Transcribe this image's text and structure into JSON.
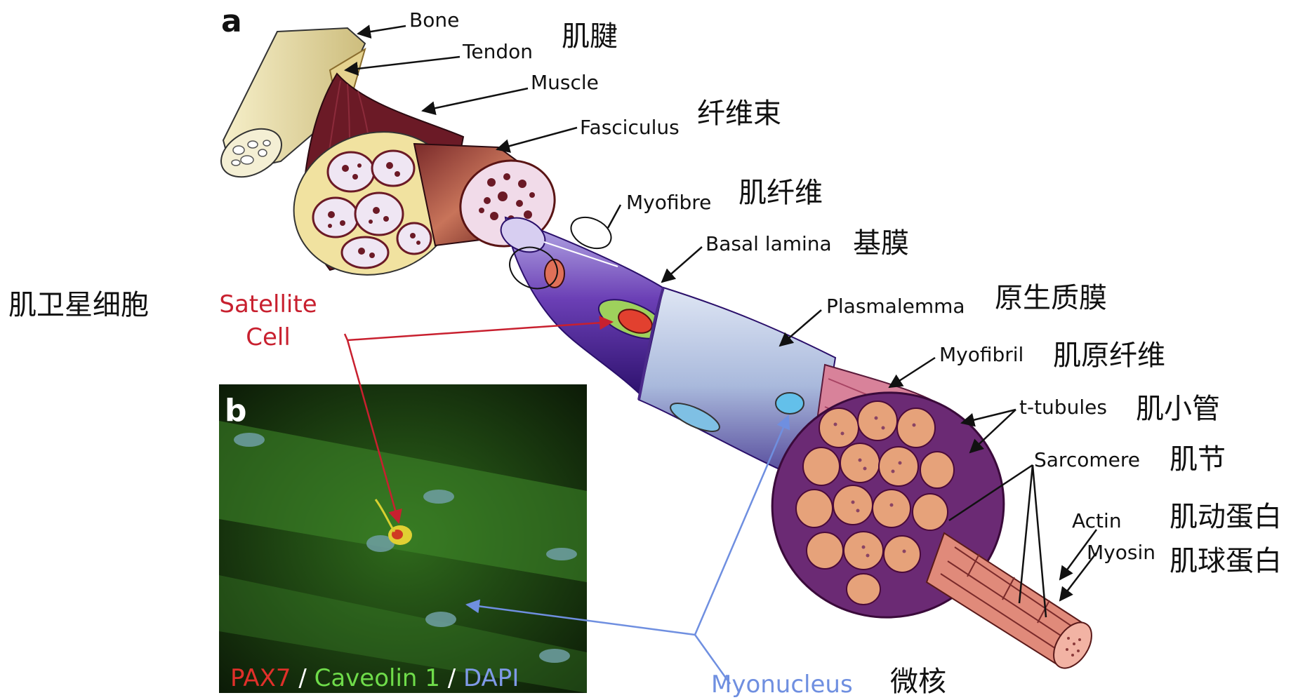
{
  "panel_a": "a",
  "panel_b": "b",
  "labels": {
    "bone": "Bone",
    "tendon": "Tendon",
    "muscle": "Muscle",
    "fasciculus": "Fasciculus",
    "myofibre": "Myofibre",
    "basal_lamina": "Basal lamina",
    "plasmalemma": "Plasmalemma",
    "myofibril": "Myofibril",
    "t_tubules": "t-tubules",
    "sarcomere": "Sarcomere",
    "actin": "Actin",
    "myosin": "Myosin",
    "satellite_line1": "Satellite",
    "satellite_line2": "Cell",
    "myonucleus": "Myonucleus"
  },
  "chinese": {
    "tendon": "肌腱",
    "fasciculus": "纤维束",
    "myofibre": "肌纤维",
    "basal_lamina": "基膜",
    "satellite_cell": "肌卫星细胞",
    "plasmalemma": "原生质膜",
    "myofibril": "肌原纤维",
    "t_tubules": "肌小管",
    "sarcomere": "肌节",
    "actin": "肌动蛋白",
    "myosin": "肌球蛋白",
    "myonucleus": "微核"
  },
  "stain_legend": {
    "pax7": "PAX7",
    "sep1": " / ",
    "caveolin": "Caveolin 1",
    "sep2": " / ",
    "dapi": "DAPI"
  },
  "colors": {
    "satellite": "#c8202f",
    "myonucleus": "#6f8fe0",
    "pax7": "#e0302a",
    "caveolin": "#6fdc4a",
    "dapi": "#7f9ae8"
  }
}
